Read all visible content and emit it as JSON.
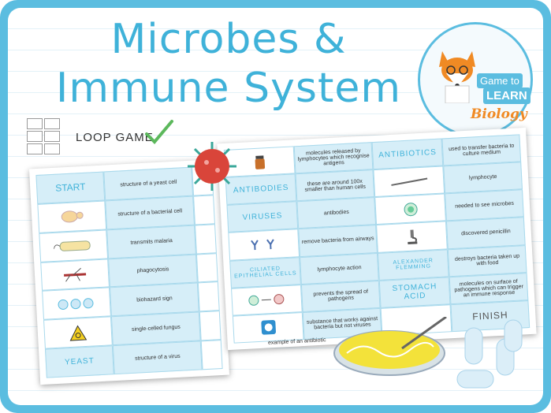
{
  "title": {
    "line1": "Microbes &",
    "line2": "Immune System"
  },
  "logo": {
    "line1": "Game to",
    "line2": "LEARN",
    "line3": "Biology"
  },
  "loop_label": "LOOP GAME",
  "card_left": {
    "rows": [
      {
        "a": "START",
        "b": "structure of a yeast cell"
      },
      {
        "a": "",
        "b": "structure of a bacterial cell"
      },
      {
        "a": "",
        "b": "transmits malaria"
      },
      {
        "a": "",
        "b": "phagocytosis"
      },
      {
        "a": "",
        "b": "biohazard sign"
      },
      {
        "a": "",
        "b": "single-celled fungus"
      },
      {
        "a": "YEAST",
        "b": "structure of a virus"
      }
    ]
  },
  "card_right": {
    "rows": [
      {
        "a": "",
        "b": "molecules released by lymphocytes which recognise antigens",
        "c": "ANTIBIOTICS",
        "d": "used to transfer bacteria to culture medium"
      },
      {
        "a": "ANTIBODIES",
        "b": "these are around 100x smaller than human cells",
        "c": "",
        "d": "lymphocyte"
      },
      {
        "a": "VIRUSES",
        "b": "antibodies",
        "c": "",
        "d": "needed to see microbes"
      },
      {
        "a": "",
        "b": "remove bacteria from airways",
        "c": "",
        "d": "discovered penicillin"
      },
      {
        "a": "CILIATED EPITHELIAL CELLS",
        "b": "lymphocyte action",
        "c": "ALEXANDER FLEMMING",
        "d": "destroys bacteria taken up with food"
      },
      {
        "a": "",
        "b": "prevents the spread of pathogens",
        "c": "STOMACH ACID",
        "d": "molecules on surface of pathogens which can trigger an immune response"
      },
      {
        "a": "",
        "b": "substance that works against bacteria but not viruses",
        "c": "",
        "d": "FINISH"
      }
    ],
    "overflow_text": "example of an antibiotic"
  },
  "colors": {
    "accent": "#3fb2d9",
    "frame": "#5bbde0",
    "tick": "#5cb85c",
    "fox": "#f08a24"
  }
}
